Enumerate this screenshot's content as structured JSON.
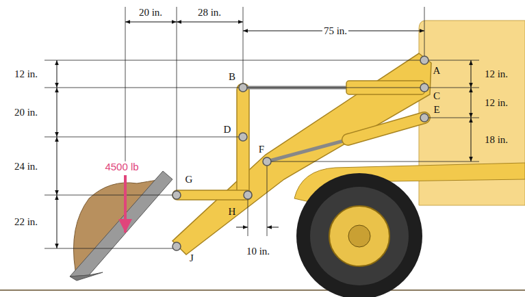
{
  "diagram": {
    "labels": [
      "20 in.",
      "28 in.",
      "75 in.",
      "12 in.",
      "20 in.",
      "24 in.",
      "22 in.",
      "12 in.",
      "12 in.",
      "18 in.",
      "10 in.",
      "A",
      "B",
      "C",
      "D",
      "E",
      "F",
      "G",
      "H",
      "J",
      "4500 lb"
    ]
  }
}
